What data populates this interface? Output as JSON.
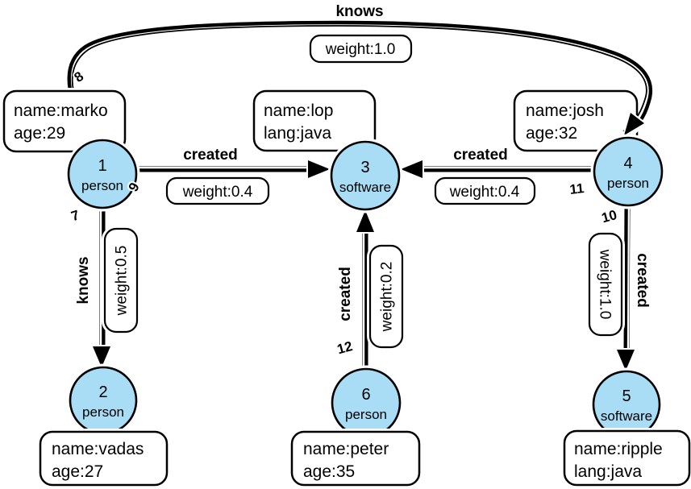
{
  "diagram": {
    "kind": "property-graph",
    "colors": {
      "background": "#ffffff",
      "node_fill": "#a9dcf5",
      "node_border": "#000000",
      "edge_color": "#000000",
      "box_fill": "#ffffff",
      "box_border": "#000000"
    }
  },
  "nodes": [
    {
      "id": "1",
      "type": "person",
      "prop1": "name:marko",
      "prop2": "age:29"
    },
    {
      "id": "2",
      "type": "person",
      "prop1": "name:vadas",
      "prop2": "age:27"
    },
    {
      "id": "3",
      "type": "software",
      "prop1": "name:lop",
      "prop2": "lang:java"
    },
    {
      "id": "4",
      "type": "person",
      "prop1": "name:josh",
      "prop2": "age:32"
    },
    {
      "id": "5",
      "type": "software",
      "prop1": "name:ripple",
      "prop2": "lang:java"
    },
    {
      "id": "6",
      "type": "person",
      "prop1": "name:peter",
      "prop2": "age:35"
    }
  ],
  "edges": [
    {
      "id": "7",
      "label": "knows",
      "weight": "weight:0.5",
      "from": "1",
      "to": "2"
    },
    {
      "id": "8",
      "label": "knows",
      "weight": "weight:1.0",
      "from": "1",
      "to": "4"
    },
    {
      "id": "9",
      "label": "created",
      "weight": "weight:0.4",
      "from": "1",
      "to": "3"
    },
    {
      "id": "10",
      "label": "created",
      "weight": "weight:1.0",
      "from": "4",
      "to": "5"
    },
    {
      "id": "11",
      "label": "created",
      "weight": "weight:0.4",
      "from": "4",
      "to": "3"
    },
    {
      "id": "12",
      "label": "created",
      "weight": "weight:0.2",
      "from": "6",
      "to": "3"
    }
  ]
}
